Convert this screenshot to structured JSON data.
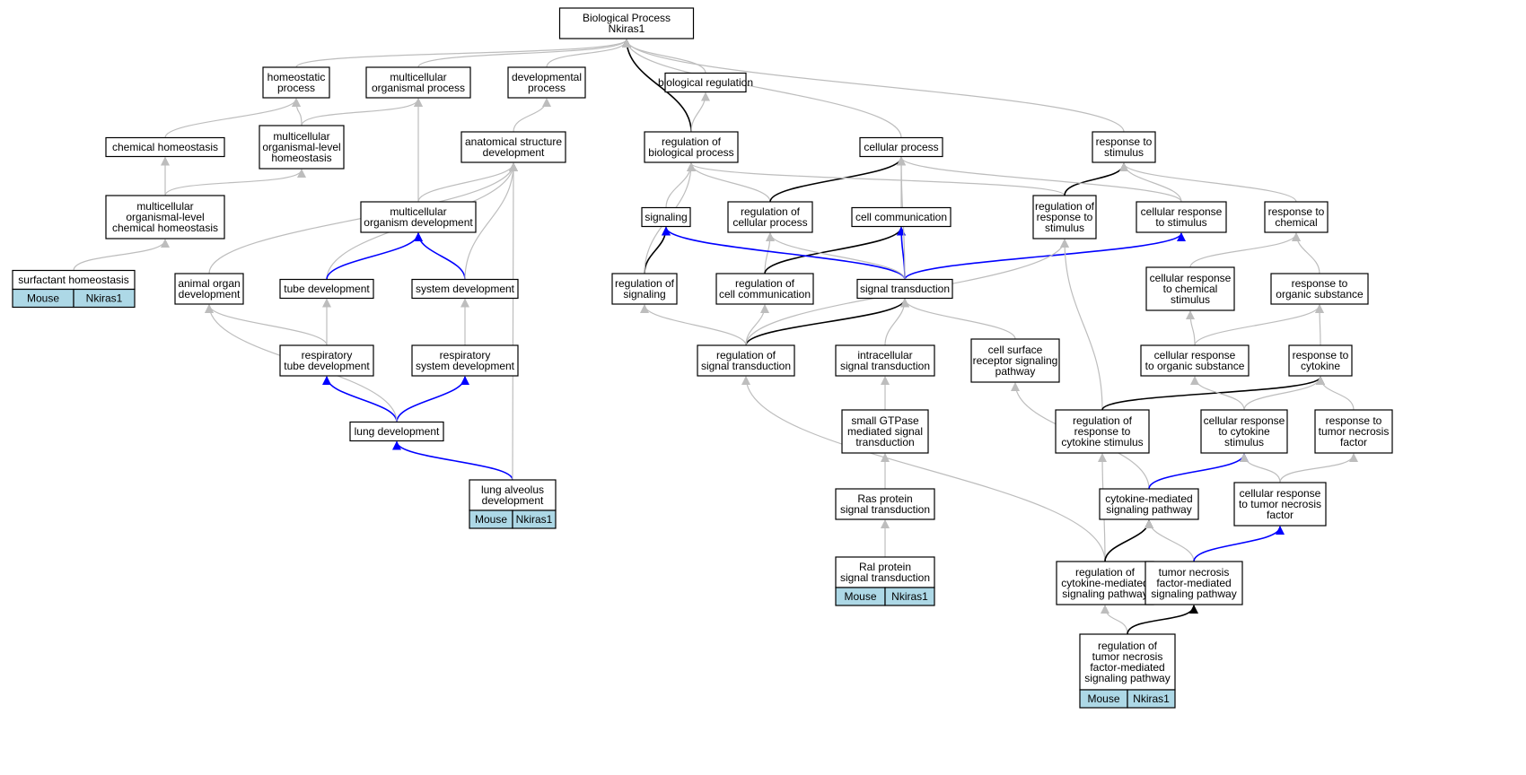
{
  "colors": {
    "gray_edge": "#bdbdbd",
    "black_edge": "#000000",
    "blue_edge": "#0000ff",
    "annotation_fill": "#add8e6"
  },
  "nodes": [
    {
      "id": "root",
      "lines": [
        "Biological Process",
        "Nkiras1"
      ]
    },
    {
      "id": "homeo",
      "lines": [
        "homeostatic",
        "process"
      ]
    },
    {
      "id": "mcop",
      "lines": [
        "multicellular",
        "organismal process"
      ]
    },
    {
      "id": "devproc",
      "lines": [
        "developmental",
        "process"
      ]
    },
    {
      "id": "bioreg",
      "lines": [
        "biological regulation"
      ]
    },
    {
      "id": "chemhomeo",
      "lines": [
        "chemical homeostasis"
      ]
    },
    {
      "id": "mcolh",
      "lines": [
        "multicellular",
        "organismal-level",
        "homeostasis"
      ]
    },
    {
      "id": "asd",
      "lines": [
        "anatomical structure",
        "development"
      ]
    },
    {
      "id": "rbp",
      "lines": [
        "regulation of",
        "biological process"
      ]
    },
    {
      "id": "cellproc",
      "lines": [
        "cellular process"
      ]
    },
    {
      "id": "resp",
      "lines": [
        "response to",
        "stimulus"
      ]
    },
    {
      "id": "mcolch",
      "lines": [
        "multicellular",
        "organismal-level",
        "chemical homeostasis"
      ]
    },
    {
      "id": "mcod",
      "lines": [
        "multicellular",
        "organism development"
      ]
    },
    {
      "id": "signaling",
      "lines": [
        "signaling"
      ]
    },
    {
      "id": "rcp",
      "lines": [
        "regulation of",
        "cellular process"
      ]
    },
    {
      "id": "cellcomm",
      "lines": [
        "cell communication"
      ]
    },
    {
      "id": "rrs",
      "lines": [
        "regulation of",
        "response to",
        "stimulus"
      ]
    },
    {
      "id": "crs",
      "lines": [
        "cellular response",
        "to stimulus"
      ]
    },
    {
      "id": "rchem",
      "lines": [
        "response to",
        "chemical"
      ]
    },
    {
      "id": "surf",
      "lines": [
        "surfactant homeostasis"
      ]
    },
    {
      "id": "aod",
      "lines": [
        "animal organ",
        "development"
      ]
    },
    {
      "id": "tube",
      "lines": [
        "tube development"
      ]
    },
    {
      "id": "sysdev",
      "lines": [
        "system development"
      ]
    },
    {
      "id": "rsig",
      "lines": [
        "regulation of",
        "signaling"
      ]
    },
    {
      "id": "rcc",
      "lines": [
        "regulation of",
        "cell communication"
      ]
    },
    {
      "id": "st",
      "lines": [
        "signal transduction"
      ]
    },
    {
      "id": "crcs",
      "lines": [
        "cellular response",
        "to chemical",
        "stimulus"
      ]
    },
    {
      "id": "ros",
      "lines": [
        "response to",
        "organic substance"
      ]
    },
    {
      "id": "rtd",
      "lines": [
        "respiratory",
        "tube development"
      ]
    },
    {
      "id": "rsd",
      "lines": [
        "respiratory",
        "system development"
      ]
    },
    {
      "id": "rst",
      "lines": [
        "regulation of",
        "signal transduction"
      ]
    },
    {
      "id": "ist",
      "lines": [
        "intracellular",
        "signal transduction"
      ]
    },
    {
      "id": "csrsp",
      "lines": [
        "cell surface",
        "receptor signaling",
        "pathway"
      ]
    },
    {
      "id": "cros",
      "lines": [
        "cellular response",
        "to organic substance"
      ]
    },
    {
      "id": "rcyt",
      "lines": [
        "response to",
        "cytokine"
      ]
    },
    {
      "id": "lungdev",
      "lines": [
        "lung development"
      ]
    },
    {
      "id": "gtpase",
      "lines": [
        "small GTPase",
        "mediated signal",
        "transduction"
      ]
    },
    {
      "id": "rrcs",
      "lines": [
        "regulation of",
        "response to",
        "cytokine stimulus"
      ]
    },
    {
      "id": "crcyt",
      "lines": [
        "cellular response",
        "to cytokine",
        "stimulus"
      ]
    },
    {
      "id": "rtnf",
      "lines": [
        "response to",
        "tumor necrosis",
        "factor"
      ]
    },
    {
      "id": "lad",
      "lines": [
        "lung alveolus",
        "development"
      ]
    },
    {
      "id": "ras",
      "lines": [
        "Ras protein",
        "signal transduction"
      ]
    },
    {
      "id": "cmsp",
      "lines": [
        "cytokine-mediated",
        "signaling pathway"
      ]
    },
    {
      "id": "crtnf",
      "lines": [
        "cellular response",
        "to tumor necrosis",
        "factor"
      ]
    },
    {
      "id": "ral",
      "lines": [
        "Ral protein",
        "signal transduction"
      ]
    },
    {
      "id": "rcmsp",
      "lines": [
        "regulation of",
        "cytokine-mediated",
        "signaling pathway"
      ]
    },
    {
      "id": "tnfmsp",
      "lines": [
        "tumor necrosis",
        "factor-mediated",
        "signaling pathway"
      ]
    },
    {
      "id": "rtnfmsp",
      "lines": [
        "regulation of",
        "tumor necrosis",
        "factor-mediated",
        "signaling pathway"
      ]
    }
  ],
  "annotations": [
    {
      "node": "surf",
      "organism": "Mouse",
      "gene": "Nkiras1"
    },
    {
      "node": "lad",
      "organism": "Mouse",
      "gene": "Nkiras1"
    },
    {
      "node": "ral",
      "organism": "Mouse",
      "gene": "Nkiras1"
    },
    {
      "node": "rtnfmsp",
      "organism": "Mouse",
      "gene": "Nkiras1"
    }
  ],
  "edges": [
    {
      "from": "homeo",
      "to": "root",
      "color": "gray"
    },
    {
      "from": "mcop",
      "to": "root",
      "color": "gray"
    },
    {
      "from": "devproc",
      "to": "root",
      "color": "gray"
    },
    {
      "from": "bioreg",
      "to": "root",
      "color": "gray"
    },
    {
      "from": "rbp",
      "to": "root",
      "color": "black"
    },
    {
      "from": "cellproc",
      "to": "root",
      "color": "gray"
    },
    {
      "from": "resp",
      "to": "root",
      "color": "gray"
    },
    {
      "from": "chemhomeo",
      "to": "homeo",
      "color": "gray"
    },
    {
      "from": "mcolh",
      "to": "homeo",
      "color": "gray"
    },
    {
      "from": "mcolh",
      "to": "mcop",
      "color": "gray"
    },
    {
      "from": "asd",
      "to": "devproc",
      "color": "gray"
    },
    {
      "from": "rbp",
      "to": "bioreg",
      "color": "gray"
    },
    {
      "from": "mcolch",
      "to": "chemhomeo",
      "color": "gray"
    },
    {
      "from": "mcolch",
      "to": "mcolh",
      "color": "gray"
    },
    {
      "from": "mcod",
      "to": "mcop",
      "color": "gray"
    },
    {
      "from": "mcod",
      "to": "asd",
      "color": "gray"
    },
    {
      "from": "signaling",
      "to": "rbp",
      "color": "gray"
    },
    {
      "from": "rcp",
      "to": "rbp",
      "color": "gray"
    },
    {
      "from": "rcp",
      "to": "cellproc",
      "color": "black"
    },
    {
      "from": "cellcomm",
      "to": "cellproc",
      "color": "gray"
    },
    {
      "from": "rrs",
      "to": "rbp",
      "color": "gray"
    },
    {
      "from": "rrs",
      "to": "resp",
      "color": "black"
    },
    {
      "from": "crs",
      "to": "cellproc",
      "color": "gray"
    },
    {
      "from": "crs",
      "to": "resp",
      "color": "gray"
    },
    {
      "from": "rchem",
      "to": "resp",
      "color": "gray"
    },
    {
      "from": "surf",
      "to": "mcolch",
      "color": "gray"
    },
    {
      "from": "aod",
      "to": "asd",
      "color": "gray"
    },
    {
      "from": "tube",
      "to": "asd",
      "color": "gray"
    },
    {
      "from": "tube",
      "to": "mcod",
      "color": "blue"
    },
    {
      "from": "sysdev",
      "to": "mcod",
      "color": "blue"
    },
    {
      "from": "sysdev",
      "to": "asd",
      "color": "gray"
    },
    {
      "from": "rsig",
      "to": "signaling",
      "color": "black"
    },
    {
      "from": "rsig",
      "to": "rbp",
      "color": "gray"
    },
    {
      "from": "rcc",
      "to": "rcp",
      "color": "gray"
    },
    {
      "from": "rcc",
      "to": "cellcomm",
      "color": "black"
    },
    {
      "from": "st",
      "to": "signaling",
      "color": "blue"
    },
    {
      "from": "st",
      "to": "rcp",
      "color": "gray"
    },
    {
      "from": "st",
      "to": "cellcomm",
      "color": "blue"
    },
    {
      "from": "st",
      "to": "crs",
      "color": "blue"
    },
    {
      "from": "st",
      "to": "cellproc",
      "color": "gray"
    },
    {
      "from": "crcs",
      "to": "rchem",
      "color": "gray"
    },
    {
      "from": "ros",
      "to": "rchem",
      "color": "gray"
    },
    {
      "from": "rtd",
      "to": "aod",
      "color": "gray"
    },
    {
      "from": "rtd",
      "to": "tube",
      "color": "gray"
    },
    {
      "from": "rsd",
      "to": "sysdev",
      "color": "gray"
    },
    {
      "from": "rst",
      "to": "rsig",
      "color": "gray"
    },
    {
      "from": "rst",
      "to": "rcc",
      "color": "gray"
    },
    {
      "from": "rst",
      "to": "st",
      "color": "black"
    },
    {
      "from": "rst",
      "to": "rrs",
      "color": "gray"
    },
    {
      "from": "ist",
      "to": "st",
      "color": "gray"
    },
    {
      "from": "csrsp",
      "to": "st",
      "color": "gray"
    },
    {
      "from": "cros",
      "to": "crcs",
      "color": "gray"
    },
    {
      "from": "cros",
      "to": "ros",
      "color": "gray"
    },
    {
      "from": "rcyt",
      "to": "ros",
      "color": "gray"
    },
    {
      "from": "lungdev",
      "to": "rtd",
      "color": "blue"
    },
    {
      "from": "lungdev",
      "to": "rsd",
      "color": "blue"
    },
    {
      "from": "lungdev",
      "to": "aod",
      "color": "gray"
    },
    {
      "from": "gtpase",
      "to": "ist",
      "color": "gray"
    },
    {
      "from": "rrcs",
      "to": "rrs",
      "color": "gray"
    },
    {
      "from": "rrcs",
      "to": "rcyt",
      "color": "black"
    },
    {
      "from": "crcyt",
      "to": "cros",
      "color": "gray"
    },
    {
      "from": "crcyt",
      "to": "rcyt",
      "color": "gray"
    },
    {
      "from": "rtnf",
      "to": "rcyt",
      "color": "gray"
    },
    {
      "from": "lad",
      "to": "lungdev",
      "color": "blue"
    },
    {
      "from": "lad",
      "to": "asd",
      "color": "gray"
    },
    {
      "from": "ras",
      "to": "gtpase",
      "color": "gray"
    },
    {
      "from": "cmsp",
      "to": "csrsp",
      "color": "gray"
    },
    {
      "from": "cmsp",
      "to": "crcyt",
      "color": "blue"
    },
    {
      "from": "crtnf",
      "to": "crcyt",
      "color": "gray"
    },
    {
      "from": "crtnf",
      "to": "rtnf",
      "color": "gray"
    },
    {
      "from": "ral",
      "to": "ras",
      "color": "gray"
    },
    {
      "from": "rcmsp",
      "to": "rst",
      "color": "gray"
    },
    {
      "from": "rcmsp",
      "to": "rrcs",
      "color": "gray"
    },
    {
      "from": "rcmsp",
      "to": "cmsp",
      "color": "black"
    },
    {
      "from": "tnfmsp",
      "to": "cmsp",
      "color": "gray"
    },
    {
      "from": "tnfmsp",
      "to": "crtnf",
      "color": "blue"
    },
    {
      "from": "rtnfmsp",
      "to": "rcmsp",
      "color": "gray"
    },
    {
      "from": "rtnfmsp",
      "to": "tnfmsp",
      "color": "black"
    }
  ]
}
